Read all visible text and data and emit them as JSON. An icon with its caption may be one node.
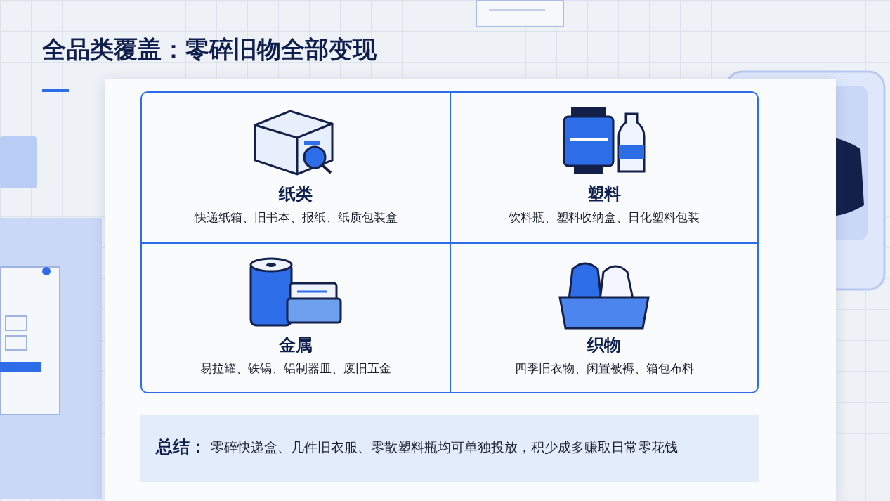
{
  "diagram": {
    "title": "全品类覆盖：零碎旧物全部变现",
    "nodes": [
      {
        "text": [
          "纸类",
          "快递纸箱、旧书本、报纸、纸质包装盒"
        ]
      },
      {
        "text": [
          "塑料",
          "饮料瓶、塑料收纳盒、日化塑料包装"
        ]
      },
      {
        "text": [
          "金属",
          "易拉罐、铁锅、铝制器皿、废旧五金"
        ]
      },
      {
        "text": [
          "织物",
          "四季旧衣物、闲置被褥、箱包布料"
        ]
      },
      {
        "text": [
          "总结：",
          "零碎快递盒、几件旧衣服、零散塑料瓶均可单独投放，积少成多赚取日常零花钱"
        ]
      }
    ]
  }
}
